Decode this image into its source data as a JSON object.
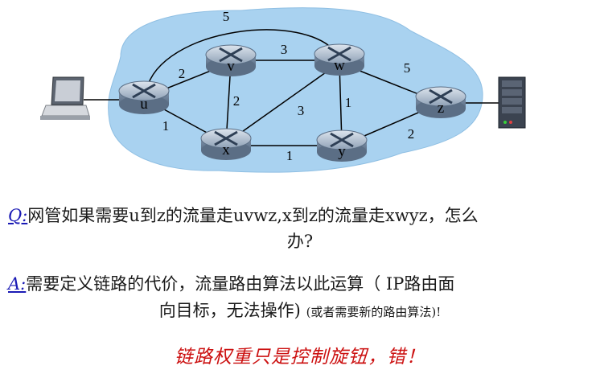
{
  "diagram": {
    "routers": {
      "u": "u",
      "v": "v",
      "w": "w",
      "x": "x",
      "y": "y",
      "z": "z"
    },
    "links": [
      {
        "id": "u-w",
        "weight": "5"
      },
      {
        "id": "u-v",
        "weight": "2"
      },
      {
        "id": "u-x",
        "weight": "1"
      },
      {
        "id": "v-w",
        "weight": "3"
      },
      {
        "id": "v-x",
        "weight": "2"
      },
      {
        "id": "x-w",
        "weight": "3"
      },
      {
        "id": "w-y",
        "weight": "1"
      },
      {
        "id": "x-y",
        "weight": "1"
      },
      {
        "id": "w-z",
        "weight": "5"
      },
      {
        "id": "y-z",
        "weight": "2"
      }
    ],
    "hosts": {
      "left": "desktop-computer-icon",
      "right": "server-icon"
    },
    "colors": {
      "network_cloud": "#a9d2f0",
      "router": "#9fb0c4",
      "link": "#000000"
    }
  },
  "question": {
    "tag": "Q:",
    "line1": "网管如果需要u到z的流量走uvwz,x到z的流量走xwyz，怎么",
    "line2": "办?"
  },
  "answer": {
    "tag": "A:",
    "line1": "需要定义链路的代价，流量路由算法以此运算（ IP路由面",
    "line2_main": "向目标，无法操作)",
    "line2_note": "(或者需要新的路由算法)!"
  },
  "conclusion": "链路权重只是控制旋钮，错！"
}
